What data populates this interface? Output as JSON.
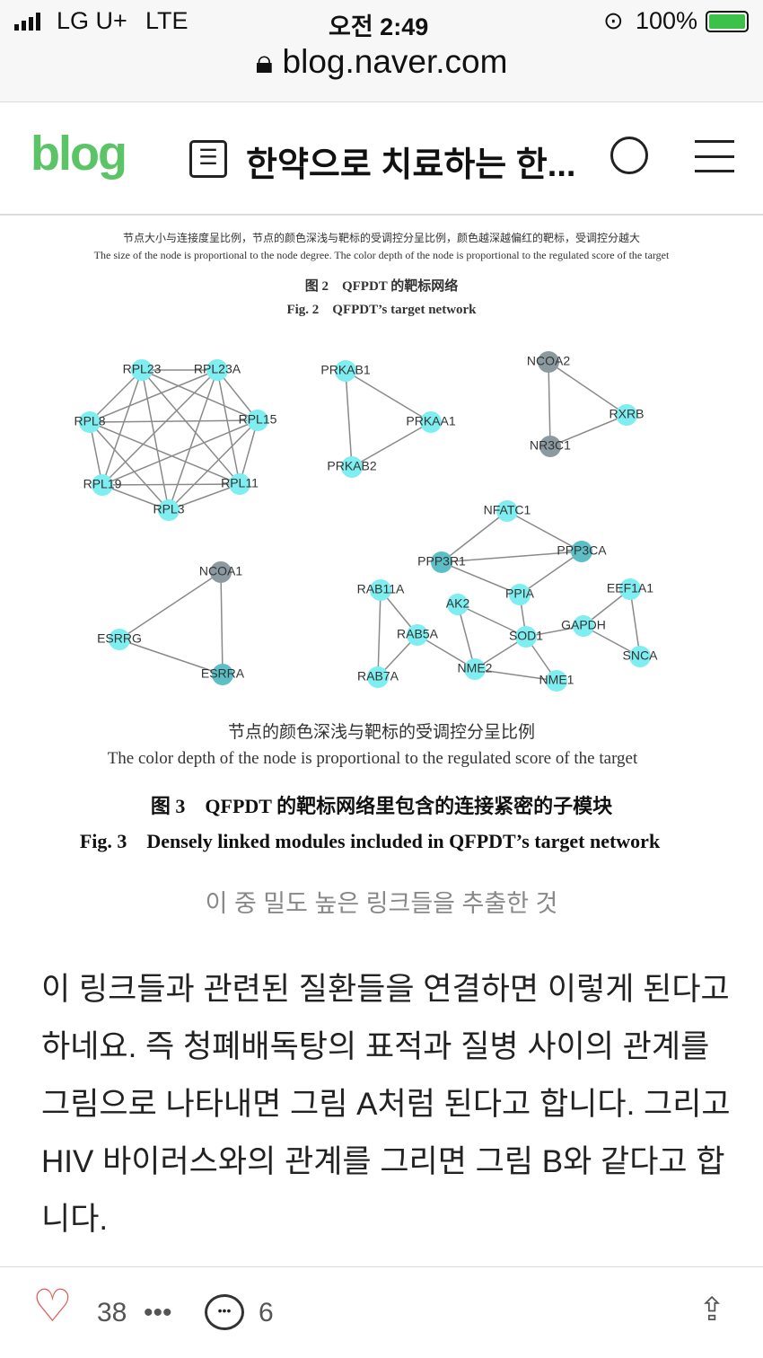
{
  "status_bar": {
    "carrier": "LG U+",
    "network": "LTE",
    "time": "오전 2:49",
    "battery": "100%"
  },
  "browser": {
    "url": "blog.naver.com"
  },
  "header": {
    "logo": "blog",
    "title": "한약으로 치료하는 한..."
  },
  "figure": {
    "fig2_note_cn": "节点大小与连接度呈比例，节点的颜色深浅与靶标的受调控分呈比例，颜色越深越偏红的靶标，受调控分越大",
    "fig2_note_en": "The size of the node is proportional to the node degree. The color depth of the node is proportional to the regulated score of the target",
    "fig2_title_cn": "图 2　QFPDT 的靶标网络",
    "fig2_title_en": "Fig. 2　QFPDT’s target network",
    "fig3_note_cn": "节点的颜色深浅与靶标的受调控分呈比例",
    "fig3_note_en": "The color depth of the node is proportional to the regulated score of the target",
    "fig3_title_cn": "图 3　QFPDT 的靶标网络里包含的连接紧密的子模块",
    "fig3_title_en": "Fig. 3　Densely linked modules included in QFPDT’s target network",
    "colors": {
      "light": "#7eeef0",
      "mid": "#5cbfc6",
      "gray": "#8a9aa0"
    },
    "nodes": [
      "RPL23",
      "RPL23A",
      "RPL8",
      "RPL15",
      "RPL19",
      "RPL11",
      "RPL3",
      "PRKAB1",
      "PRKAA1",
      "PRKAB2",
      "NCOA2",
      "RXRB",
      "NR3C1",
      "NCOA1",
      "ESRRG",
      "ESRRA",
      "NFATC1",
      "PPP3R1",
      "PPP3CA",
      "PPIA",
      "RAB11A",
      "AK2",
      "SOD1",
      "GAPDH",
      "EEF1A1",
      "RAB5A",
      "SNCA",
      "NME2",
      "RAB7A",
      "NME1"
    ]
  },
  "caption": "이 중 밀도 높은 링크들을 추출한 것",
  "body_text": "이 링크들과 관련된 질환들을 연결하면 이렇게 된다고 하네요. 즉 청폐배독탕의 표적과 질병 사이의 관계를 그림으로 나타내면 그림 A처럼 된다고 합니다. 그리고 HIV 바이러스와의 관계를 그리면 그림 B와 같다고 합니다.",
  "footer": {
    "likes": "38",
    "comments": "6"
  }
}
